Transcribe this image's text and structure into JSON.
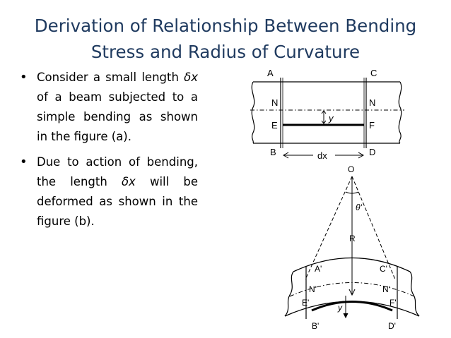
{
  "slide": {
    "title_line1": "Derivation of Relationship Between Bending",
    "title_line2": "Stress and Radius of Curvature",
    "bullets": [
      {
        "before": "Consider a small length ",
        "var": "δx",
        "after": " of a beam subjected to a simple bending as shown in the figure (a)."
      },
      {
        "before": "Due to action of bending, the length ",
        "var": "δx",
        "after": " will be deformed as shown in the figure (b)."
      }
    ]
  },
  "figure_a": {
    "A": "A",
    "C": "C",
    "N_left": "N",
    "N_right": "N",
    "y": "y",
    "E": "E",
    "F": "F",
    "B": "B",
    "D": "D",
    "dx": "dx"
  },
  "figure_b": {
    "O": "O",
    "theta": "θ'",
    "R": "R",
    "A": "A'",
    "C": "C'",
    "N_left": "N'",
    "N_right": "N'",
    "E": "E'",
    "F": "F'",
    "y": "y",
    "B": "B'",
    "D": "D'"
  }
}
